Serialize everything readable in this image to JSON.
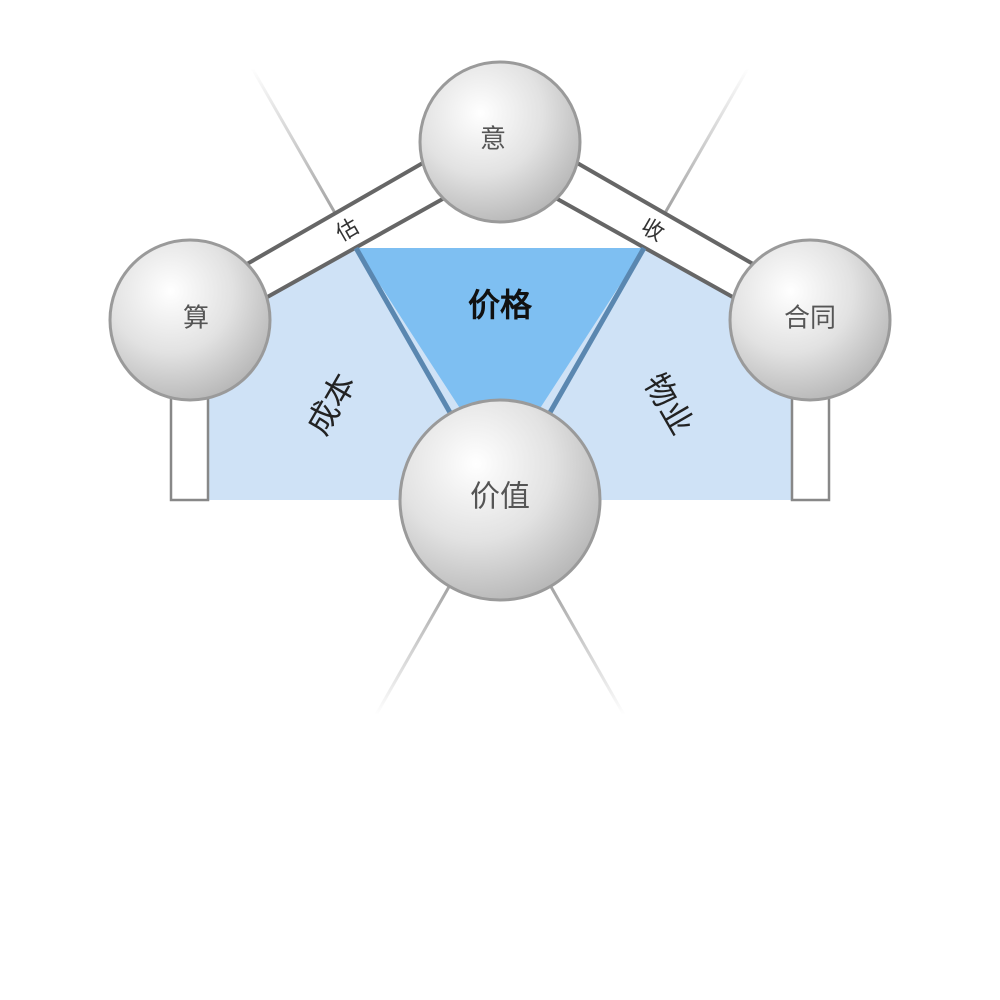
{
  "diagram": {
    "nodes": {
      "top": "意",
      "left": "算",
      "right": "合同",
      "bottom": "价值"
    },
    "bars": {
      "left": "估",
      "right": "收"
    },
    "regions": {
      "center": "价格",
      "left": "成本",
      "right": "物业"
    }
  },
  "colors": {
    "center_fill": "#7ebff2",
    "side_fill": "#cfe2f6",
    "center_edge": "#5a87b0",
    "bar_stroke": "#666666",
    "node_stroke": "#9a9a9a"
  }
}
